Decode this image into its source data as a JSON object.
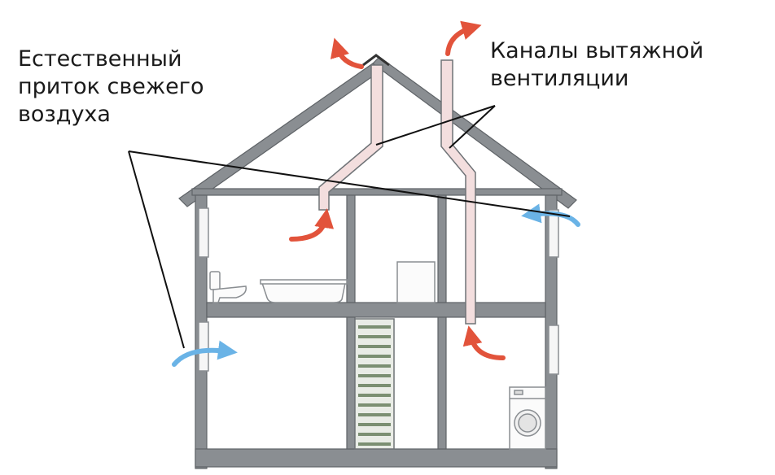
{
  "labels": {
    "natural_inflow": [
      "Естественный",
      "приток свежего",
      "воздуха"
    ],
    "exhaust_ducts": [
      "Каналы вытяжной",
      "вентиляции"
    ]
  },
  "colors": {
    "structure": "#6f7377",
    "structure_fill": "#8a8e92",
    "duct_fill": "#f3dede",
    "exhaust_arrow": "#e2533b",
    "inflow_arrow": "#6ab3e6",
    "leader_line": "#111111"
  }
}
